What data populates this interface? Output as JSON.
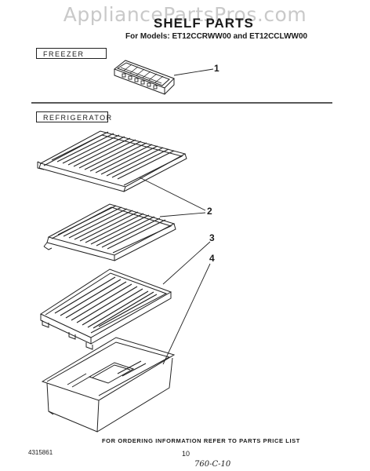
{
  "watermark": "AppliancePartsPros.com",
  "title": "SHELF PARTS",
  "models": "For Models: ET12CCRWW00 and ET12CCLWW00",
  "sections": {
    "freezer": "FREEZER",
    "refrigerator": "REFRIGERATOR"
  },
  "callouts": {
    "ice_tray": "1",
    "wire_shelves": "2",
    "crisper_cover": "3",
    "crisper_pan": "4"
  },
  "footer_note": "FOR ORDERING INFORMATION REFER TO PARTS PRICE LIST",
  "document_number": "4315861",
  "page_number": "10",
  "handwritten_note": "760-C-10"
}
